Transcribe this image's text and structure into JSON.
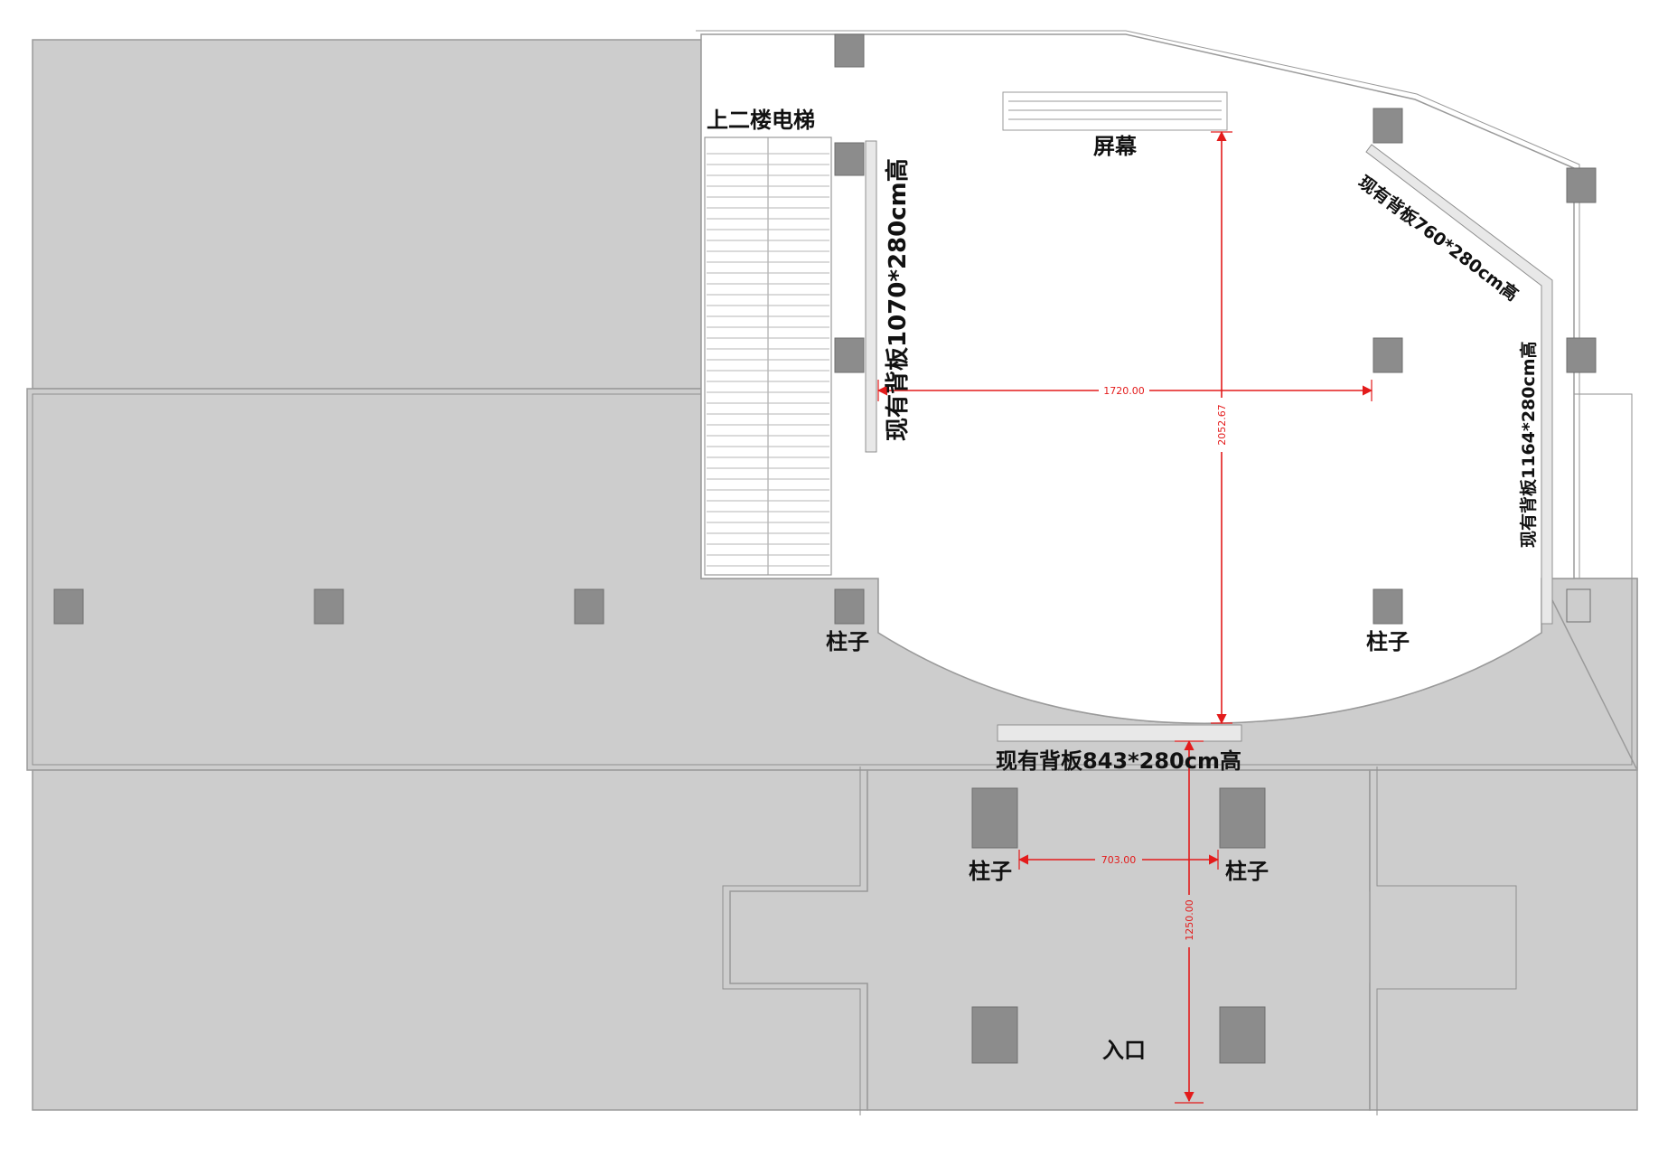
{
  "labels": {
    "elevator": "上二楼电梯",
    "screen": "屏幕",
    "board_left": "现有背板1070*280cm高",
    "board_diag": "现有背板760*280cm高",
    "board_right": "现有背板1164*280cm高",
    "board_bottom": "现有背板843*280cm高",
    "pillar": "柱子",
    "entrance": "入口"
  },
  "dimensions": {
    "width": "1720.00",
    "depth": "2052.67",
    "pillar_span": "703.00",
    "entrance_depth": "1250.00"
  },
  "colors": {
    "floor_gray": "#cdcdcd",
    "pillar_gray": "#8c8c8c",
    "dimension_red": "#e31b1b"
  }
}
